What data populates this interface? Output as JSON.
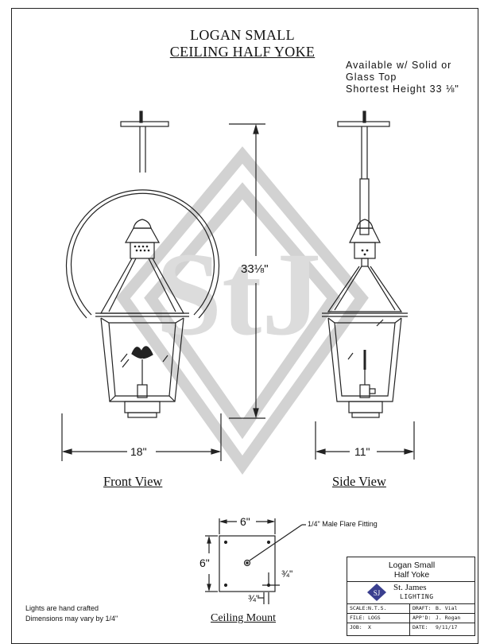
{
  "title": {
    "line1": "LOGAN SMALL",
    "line2": "CEILING HALF YOKE"
  },
  "notes": {
    "line1": "Available w/ Solid or",
    "line2": "Glass Top",
    "line3": "Shortest Height 33 ⅛\""
  },
  "dimensions": {
    "height": "33⅛\"",
    "front_width": "18\"",
    "side_width": "11\"",
    "mount_width": "6\"",
    "mount_height": "6\"",
    "bolt_offset_x": "¾\"",
    "bolt_offset_y": "¾\""
  },
  "labels": {
    "front_view": "Front View",
    "side_view": "Side View",
    "ceiling_mount": "Ceiling Mount",
    "fitting": "1/4\" Male Flare Fitting",
    "watermark": "StJ"
  },
  "footnote": {
    "line1": "Lights are hand crafted",
    "line2": "Dimensions may vary by 1/4\""
  },
  "title_block": {
    "product_line1": "Logan Small",
    "product_line2": "Half Yoke",
    "company": "St. James",
    "division": "LIGHTING",
    "scale_label": "SCALE:",
    "scale_value": "N.T.S.",
    "draft_label": "DRAFT:",
    "draft_value": "B. Vial",
    "file_label": "FILE:",
    "file_value": "LOGS",
    "appd_label": "APP'D:",
    "appd_value": "J. Rogan",
    "job_label": "JOB:",
    "job_value": "X",
    "date_label": "DATE:",
    "date_value": "9/11/17"
  },
  "colors": {
    "line": "#222222",
    "watermark": "#cfcfcf",
    "logo_blue": "#3a3f8f"
  }
}
